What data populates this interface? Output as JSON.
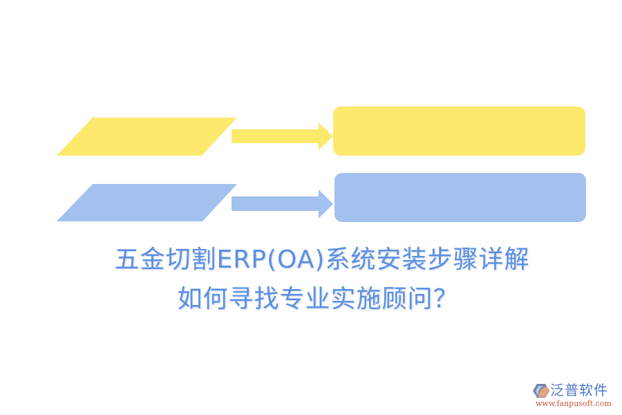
{
  "diagram": {
    "rows": [
      {
        "id": "row-1",
        "color": "#fde96c",
        "parallelogram": {
          "label": ""
        },
        "arrow": {
          "direction": "right"
        },
        "box": {
          "label": ""
        }
      },
      {
        "id": "row-2",
        "color": "#a2c1ee",
        "parallelogram": {
          "label": ""
        },
        "arrow": {
          "direction": "right"
        },
        "box": {
          "label": ""
        }
      }
    ]
  },
  "title": {
    "line1": "五金切割ERP(OA)系统安装步骤详解",
    "line2": "如何寻找专业实施顾问？",
    "color": "#5b8fe3"
  },
  "logo": {
    "name": "泛普软件",
    "url": "www.fanpusoft.com",
    "icon": "fanpu-logo-icon",
    "name_color": "#4f78c8",
    "url_color": "#c0583a"
  }
}
